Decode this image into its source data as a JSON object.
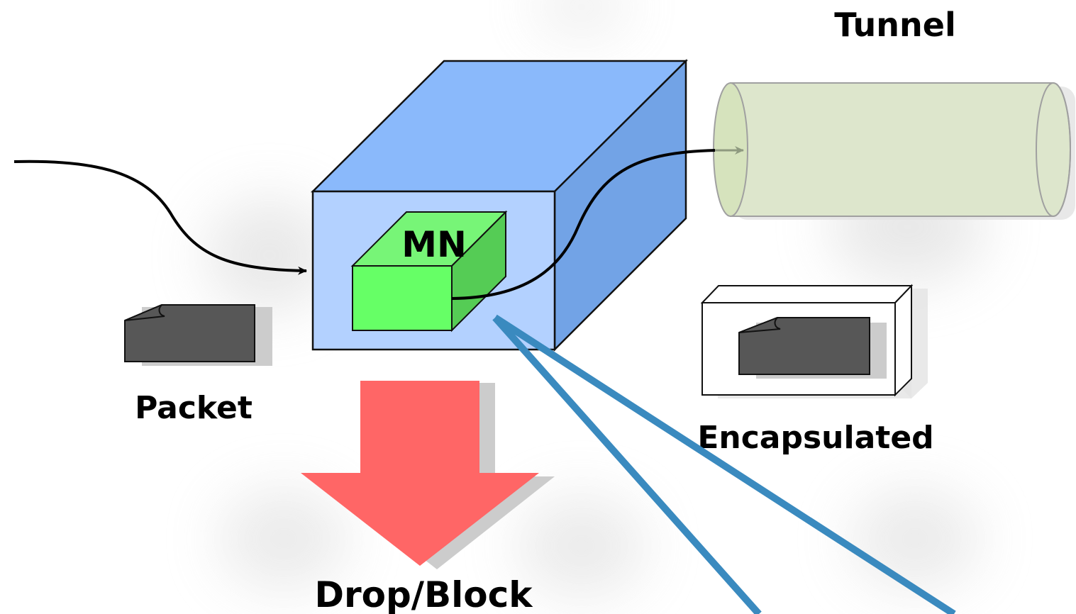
{
  "labels": {
    "tunnel": "Tunnel",
    "mn": "MN",
    "packet": "Packet",
    "encapsulated": "Encapsulated",
    "drop_block": "Drop/Block"
  },
  "colors": {
    "cube_front": "#b3d1ff",
    "cube_top": "#8ab9fb",
    "cube_side": "#72a3e6",
    "mn_front": "#66ff66",
    "mn_top": "#77f577",
    "mn_side": "#55cc55",
    "tunnel_fill": "#dde6cc",
    "packet": "#575757",
    "arrow": "#ff6666",
    "pointer_lines": "#3a8abf"
  }
}
